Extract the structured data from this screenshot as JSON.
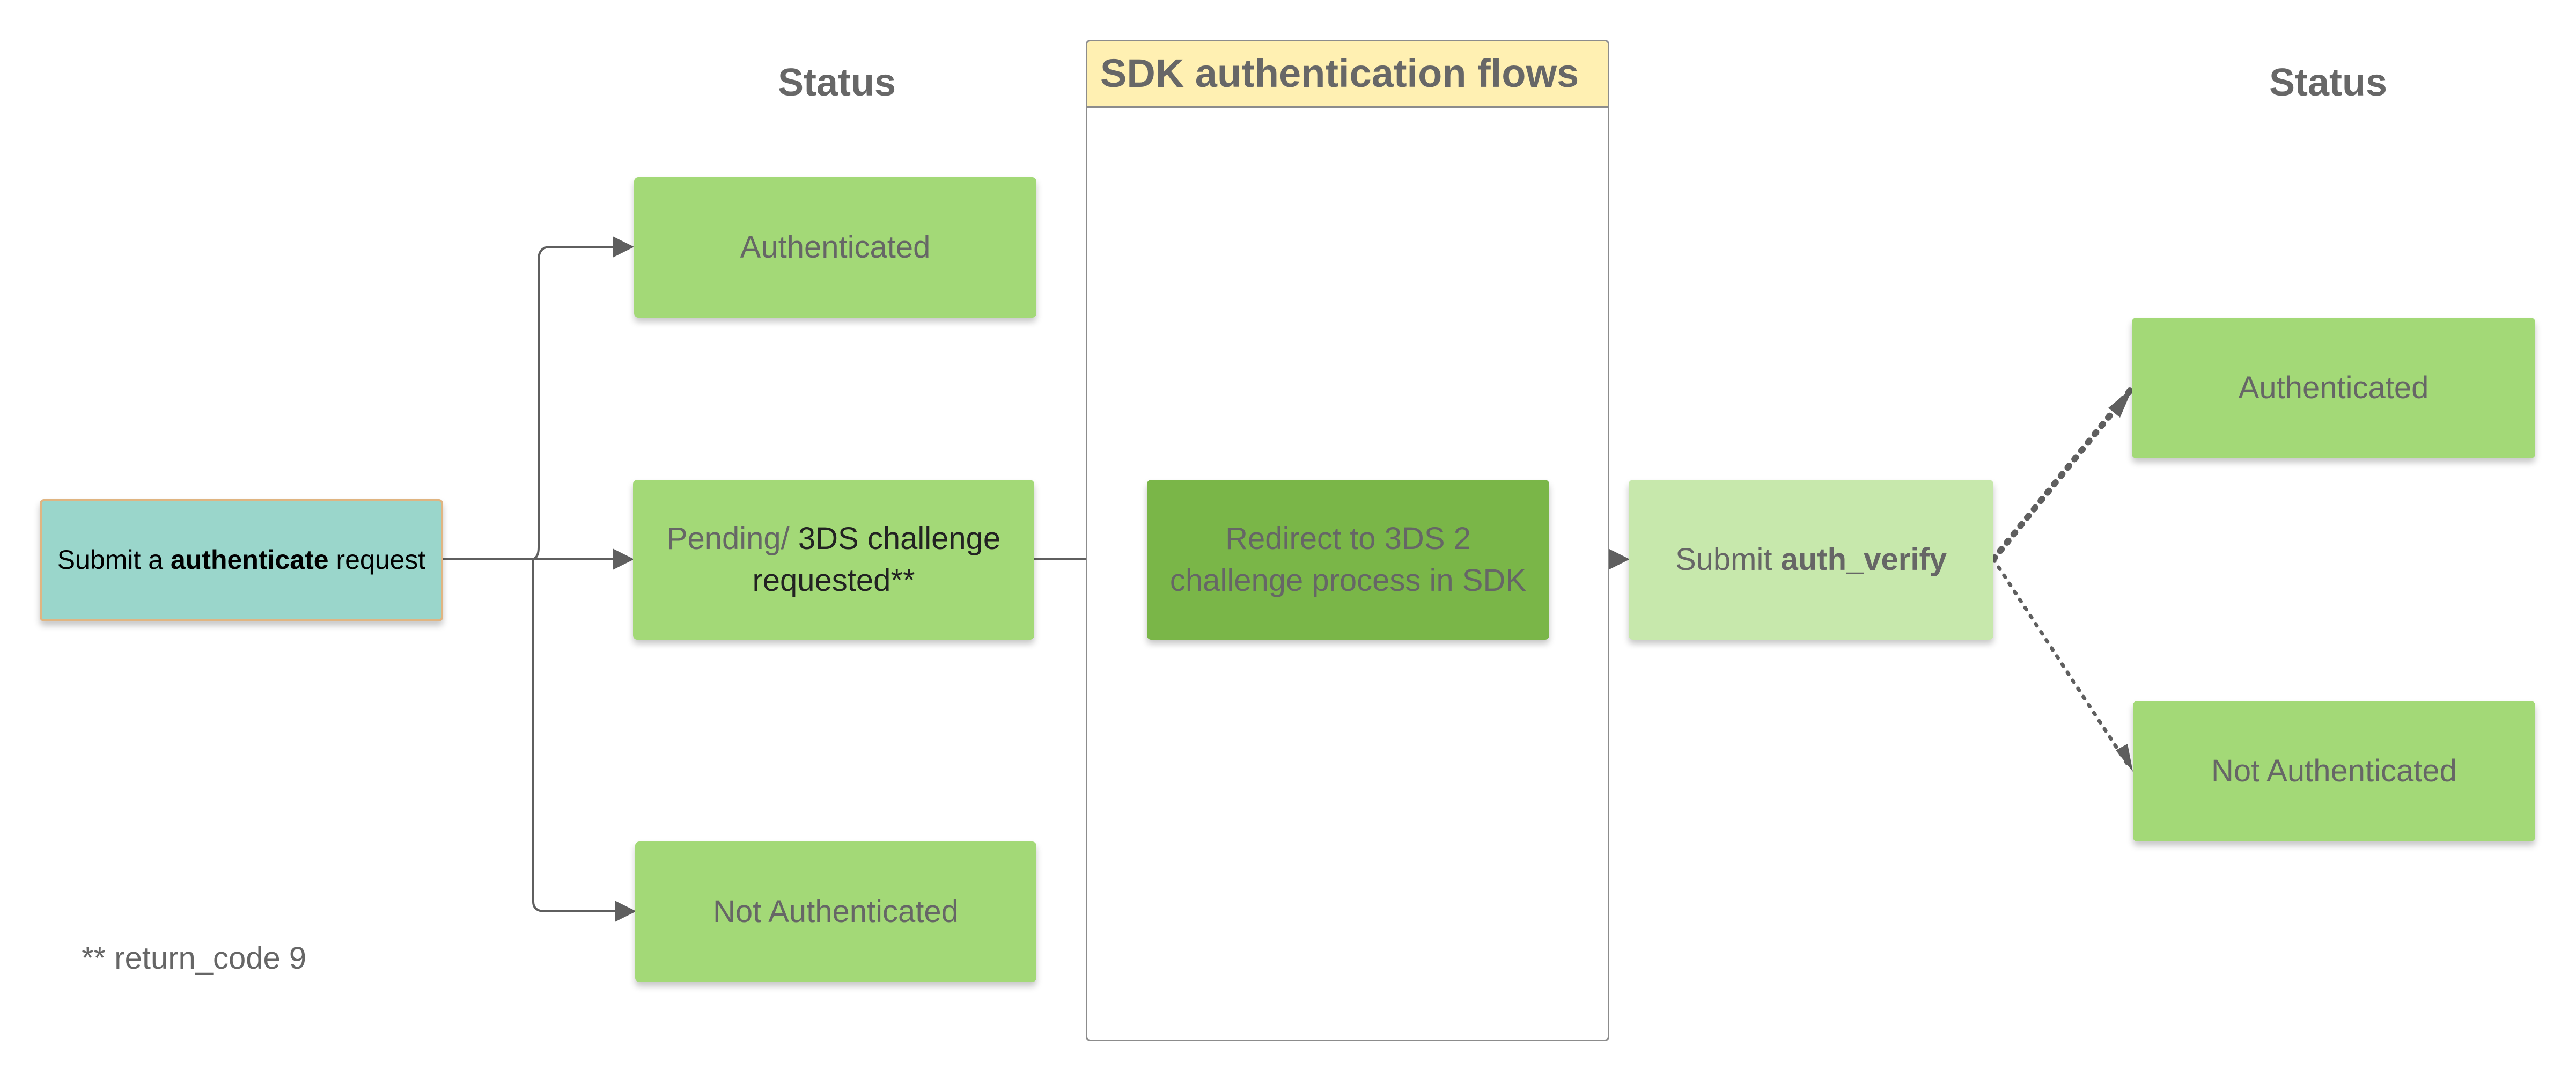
{
  "headings": {
    "status_left": "Status",
    "status_right": "Status",
    "lane_title": "SDK authentication flows"
  },
  "nodes": {
    "start": {
      "prefix": "Submit a ",
      "bold": "authenticate",
      "suffix": " request"
    },
    "authenticated_left": "Authenticated",
    "pending": {
      "prefix": "Pending/ ",
      "dark": "3DS challenge requested**"
    },
    "not_authenticated_left": "Not Authenticated",
    "redirect": "Redirect to 3DS 2 challenge process in SDK",
    "auth_verify": {
      "prefix": "Submit ",
      "bold": "auth_verify"
    },
    "authenticated_right": "Authenticated",
    "not_authenticated_right": "Not Authenticated"
  },
  "footnote": "** return_code 9",
  "colors": {
    "start_fill": "#9ad6cb",
    "start_border": "#e0b582",
    "status_fill": "#a3d977",
    "process_fill": "#7ab648",
    "verify_fill": "#c7e8ac",
    "lane_header_fill": "#fff0b2",
    "connector": "#5f5f5f"
  }
}
